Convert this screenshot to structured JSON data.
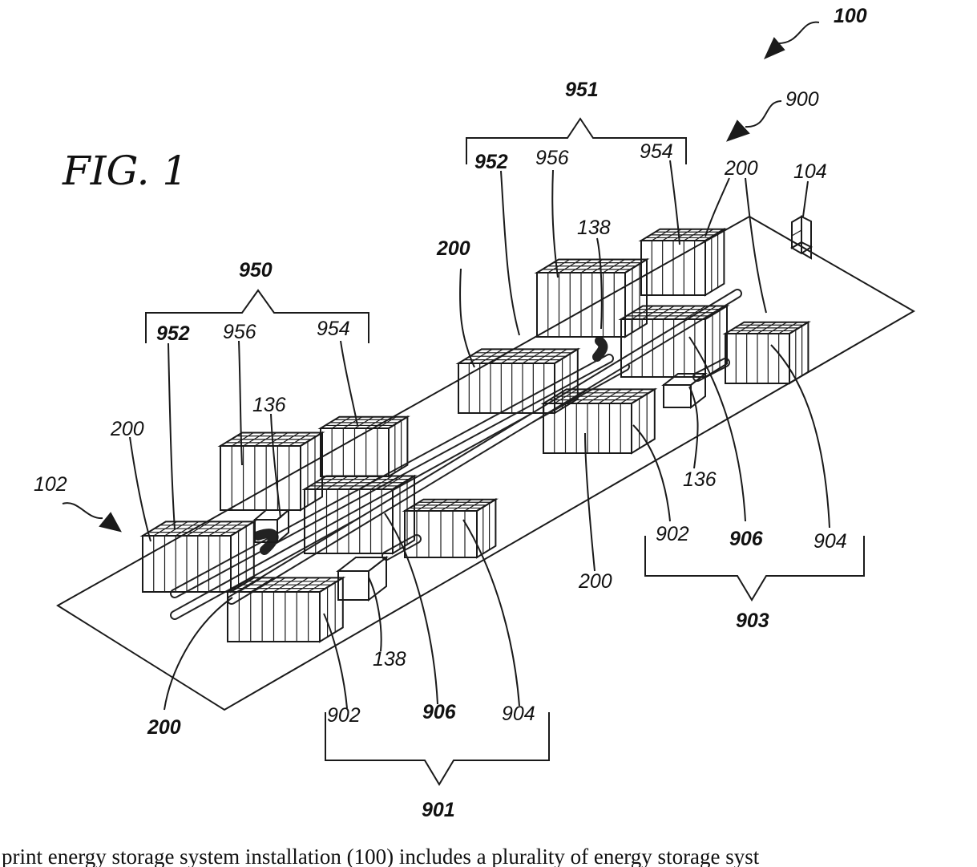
{
  "figure": {
    "title": "FIG. 1",
    "caption": "print energy storage system installation (100) includes a plurality of energy storage syst",
    "colors": {
      "ink": "#1a1a1a",
      "top_face": "#f3f3f3",
      "front_face": "#ffffff",
      "side_face": "#d9d9d9"
    }
  },
  "labels": {
    "l100": "100",
    "l900": "900",
    "l951": "951",
    "l952a": "952",
    "l956a": "956",
    "l954a": "954",
    "l200a": "200",
    "l104": "104",
    "l200b": "200",
    "l138a": "138",
    "l950": "950",
    "l952b": "952",
    "l956b": "956",
    "l954b": "954",
    "l136a": "136",
    "l200c": "200",
    "l102": "102",
    "l136b": "136",
    "l902a": "902",
    "l906a": "906",
    "l904a": "904",
    "l200d": "200",
    "l903": "903",
    "l138b": "138",
    "l200e": "200",
    "l902b": "902",
    "l906b": "906",
    "l904b": "904",
    "l901": "901"
  }
}
